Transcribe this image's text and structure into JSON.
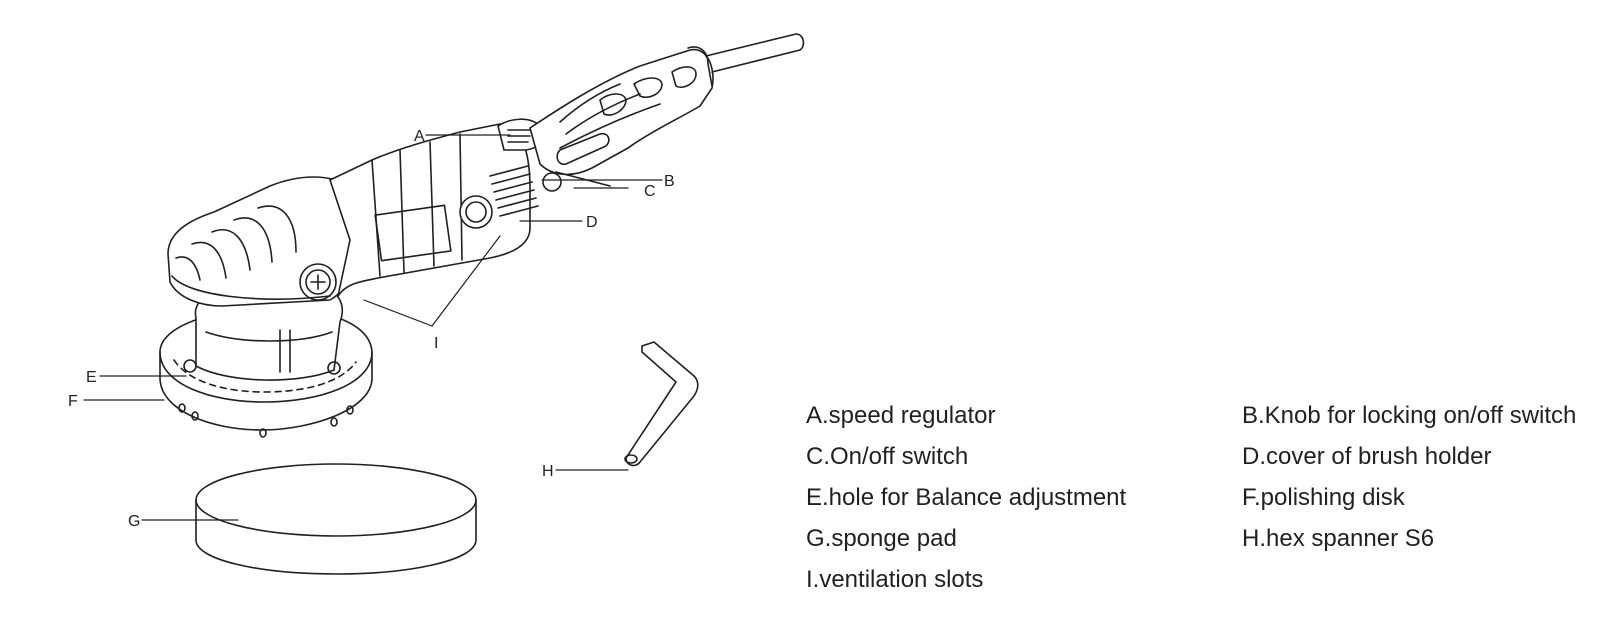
{
  "callouts": {
    "A": "A",
    "B": "B",
    "C": "C",
    "D": "D",
    "E": "E",
    "F": "F",
    "G": "G",
    "H": "H",
    "I": "I"
  },
  "legend": {
    "a": "A.speed regulator",
    "b": "B.Knob for locking on/off switch",
    "c": "C.On/off switch",
    "d": "D.cover of brush holder",
    "e": "E.hole for Balance adjustment",
    "f": "F.polishing disk",
    "g": "G.sponge pad",
    "h": "H.hex spanner S6",
    "i": "I.ventilation slots"
  }
}
